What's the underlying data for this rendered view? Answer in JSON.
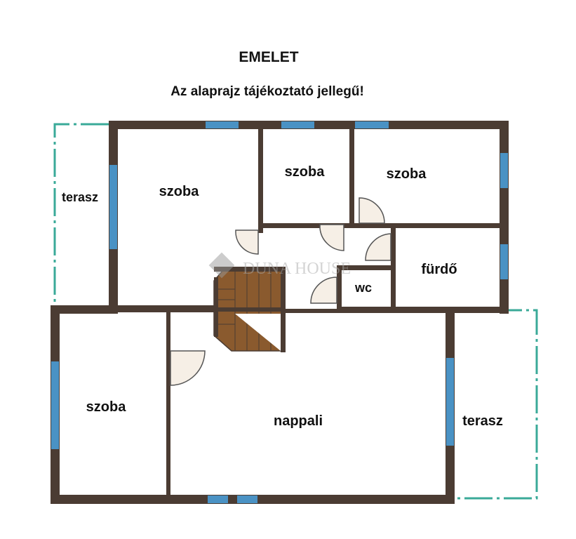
{
  "header": {
    "title": "EMELET",
    "subtitle": "Az alaprajz tájékoztató jellegű!"
  },
  "rooms": {
    "terrace_left": "terasz",
    "room_large": "szoba",
    "room_middle": "szoba",
    "room_right": "szoba",
    "bathroom": "fürdő",
    "wc": "wc",
    "room_lower_left": "szoba",
    "living_room": "nappali",
    "terrace_right": "terasz"
  },
  "watermark": "DUNA HOUSE",
  "colors": {
    "wall": "#4b3c33",
    "window": "#4a92c4",
    "terrace": "#3aaa98",
    "stairs": "#8a5a2e"
  }
}
